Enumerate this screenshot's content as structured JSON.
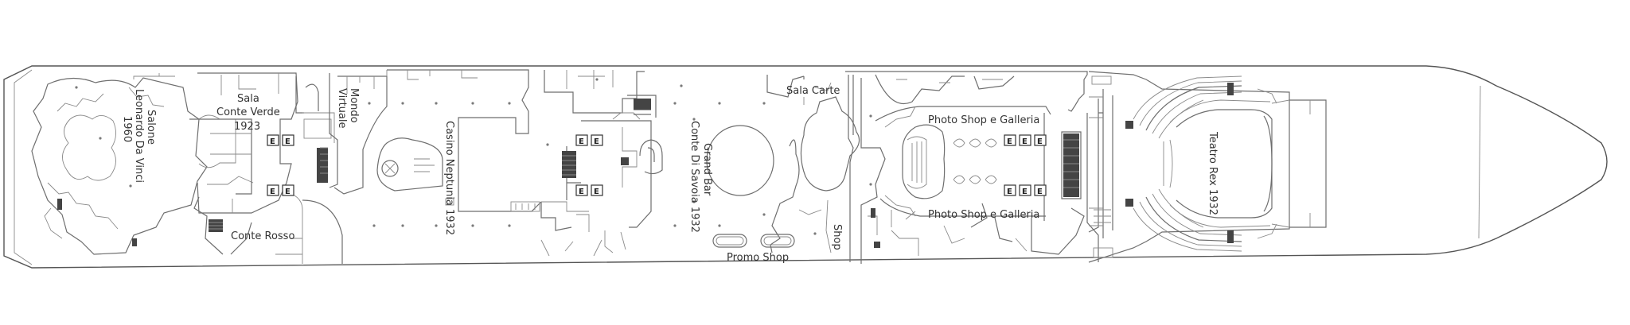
{
  "labels": {
    "salone_leonardo": [
      "Salone",
      "Leonardo Da Vinci",
      "1960"
    ],
    "sala_conte_verde": [
      "Sala",
      "Conte Verde",
      "1923"
    ],
    "mondo_virtuale": [
      "Mondo",
      "Virtuale"
    ],
    "conte_rosso": "Conte Rosso",
    "casino_neptunia": "Casino Neptunia 1932",
    "grand_bar": [
      "Grand Bar",
      "Conte Di Savoia 1932"
    ],
    "promo_shop": "Promo Shop",
    "sala_carte": "Sala Carte",
    "shop": "Shop",
    "photo_shop_top": "Photo Shop e Galleria",
    "photo_shop_bottom": "Photo Shop e Galleria",
    "teatro_rex": "Teatro Rex 1932"
  },
  "lift_icon_letter": "E",
  "icons": {
    "lift": "elevator-icon",
    "stairs": "stairs-icon",
    "column": "column-dot"
  },
  "colors": {
    "line": "#6e6e6e",
    "text": "#333333",
    "stair_fill": "#444444"
  }
}
